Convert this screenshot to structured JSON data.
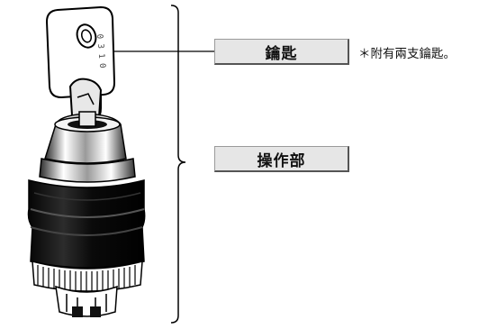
{
  "labels": {
    "key": "鑰匙",
    "key_note": "＊附有兩支鑰匙。",
    "operation_part": "操作部"
  }
}
